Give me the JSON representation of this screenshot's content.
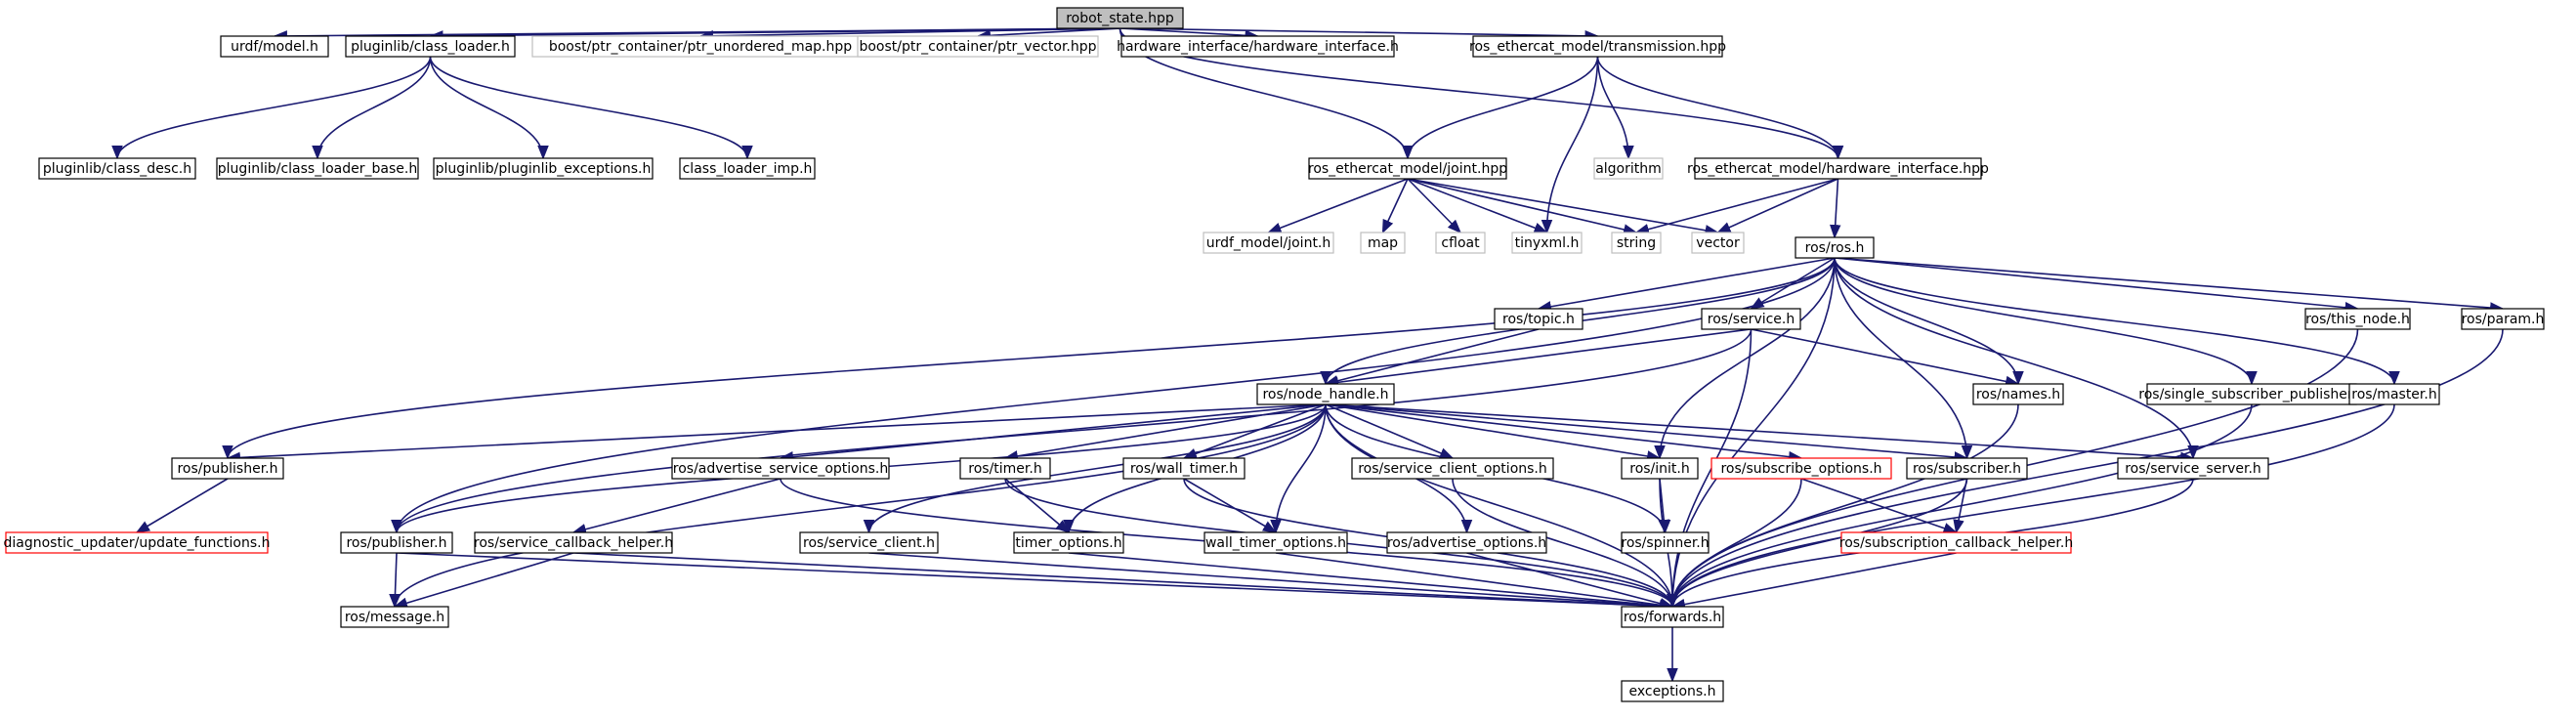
{
  "colors": {
    "edge": "#191970",
    "root_fill": "#bfbfbf",
    "border_default": "#000000",
    "border_missing": "#bfbfbf",
    "border_truncated": "#ff0000"
  },
  "nodes": [
    {
      "id": "robot_state",
      "label": "robot_state.hpp",
      "style": "root"
    },
    {
      "id": "urdf_model",
      "label": "urdf/model.h",
      "style": "normal"
    },
    {
      "id": "class_loader",
      "label": "pluginlib/class_loader.h",
      "style": "normal"
    },
    {
      "id": "ptr_unordered_map",
      "label": "boost/ptr_container/ptr_unordered_map.hpp",
      "style": "missing"
    },
    {
      "id": "ptr_vector",
      "label": "boost/ptr_container/ptr_vector.hpp",
      "style": "missing"
    },
    {
      "id": "hw_interface",
      "label": "hardware_interface/hardware_interface.h",
      "style": "normal"
    },
    {
      "id": "transmission",
      "label": "ros_ethercat_model/transmission.hpp",
      "style": "normal"
    },
    {
      "id": "class_desc",
      "label": "pluginlib/class_desc.h",
      "style": "normal"
    },
    {
      "id": "class_loader_base",
      "label": "pluginlib/class_loader_base.h",
      "style": "normal"
    },
    {
      "id": "pluginlib_exceptions",
      "label": "pluginlib/pluginlib_exceptions.h",
      "style": "normal"
    },
    {
      "id": "class_loader_imp",
      "label": "class_loader_imp.h",
      "style": "normal"
    },
    {
      "id": "joint_hpp",
      "label": "ros_ethercat_model/joint.hpp",
      "style": "normal"
    },
    {
      "id": "algorithm",
      "label": "algorithm",
      "style": "missing"
    },
    {
      "id": "rem_hw_interface",
      "label": "ros_ethercat_model/hardware_interface.hpp",
      "style": "normal"
    },
    {
      "id": "urdf_joint",
      "label": "urdf_model/joint.h",
      "style": "missing"
    },
    {
      "id": "map",
      "label": "map",
      "style": "missing"
    },
    {
      "id": "cfloat",
      "label": "cfloat",
      "style": "missing"
    },
    {
      "id": "tinyxml",
      "label": "tinyxml.h",
      "style": "missing"
    },
    {
      "id": "string",
      "label": "string",
      "style": "missing"
    },
    {
      "id": "vector",
      "label": "vector",
      "style": "missing"
    },
    {
      "id": "ros_h",
      "label": "ros/ros.h",
      "style": "normal"
    },
    {
      "id": "topic",
      "label": "ros/topic.h",
      "style": "normal"
    },
    {
      "id": "service",
      "label": "ros/service.h",
      "style": "normal"
    },
    {
      "id": "this_node",
      "label": "ros/this_node.h",
      "style": "normal"
    },
    {
      "id": "param",
      "label": "ros/param.h",
      "style": "normal"
    },
    {
      "id": "node_handle",
      "label": "ros/node_handle.h",
      "style": "normal"
    },
    {
      "id": "names",
      "label": "ros/names.h",
      "style": "normal"
    },
    {
      "id": "single_sub_pub",
      "label": "ros/single_subscriber_publisher.h",
      "style": "normal"
    },
    {
      "id": "master",
      "label": "ros/master.h",
      "style": "normal"
    },
    {
      "id": "publisher_left",
      "label": "ros/publisher.h",
      "style": "normal"
    },
    {
      "id": "adv_service_options",
      "label": "ros/advertise_service_options.h",
      "style": "normal"
    },
    {
      "id": "timer",
      "label": "ros/timer.h",
      "style": "normal"
    },
    {
      "id": "wall_timer",
      "label": "ros/wall_timer.h",
      "style": "normal"
    },
    {
      "id": "service_client_options",
      "label": "ros/service_client_options.h",
      "style": "normal"
    },
    {
      "id": "init",
      "label": "ros/init.h",
      "style": "normal"
    },
    {
      "id": "subscribe_options",
      "label": "ros/subscribe_options.h",
      "style": "truncated"
    },
    {
      "id": "subscriber",
      "label": "ros/subscriber.h",
      "style": "normal"
    },
    {
      "id": "service_server",
      "label": "ros/service_server.h",
      "style": "normal"
    },
    {
      "id": "diag_updater",
      "label": "diagnostic_updater/update_functions.h",
      "style": "truncated"
    },
    {
      "id": "publisher_mid",
      "label": "ros/publisher.h",
      "style": "normal"
    },
    {
      "id": "service_callback_helper",
      "label": "ros/service_callback_helper.h",
      "style": "normal"
    },
    {
      "id": "service_client",
      "label": "ros/service_client.h",
      "style": "normal"
    },
    {
      "id": "timer_options",
      "label": "timer_options.h",
      "style": "normal"
    },
    {
      "id": "wall_timer_options",
      "label": "wall_timer_options.h",
      "style": "normal"
    },
    {
      "id": "advertise_options",
      "label": "ros/advertise_options.h",
      "style": "normal"
    },
    {
      "id": "spinner",
      "label": "ros/spinner.h",
      "style": "normal"
    },
    {
      "id": "sub_callback_helper",
      "label": "ros/subscription_callback_helper.h",
      "style": "truncated"
    },
    {
      "id": "message",
      "label": "ros/message.h",
      "style": "normal"
    },
    {
      "id": "forwards",
      "label": "ros/forwards.h",
      "style": "normal"
    },
    {
      "id": "exceptions",
      "label": "exceptions.h",
      "style": "normal"
    }
  ]
}
